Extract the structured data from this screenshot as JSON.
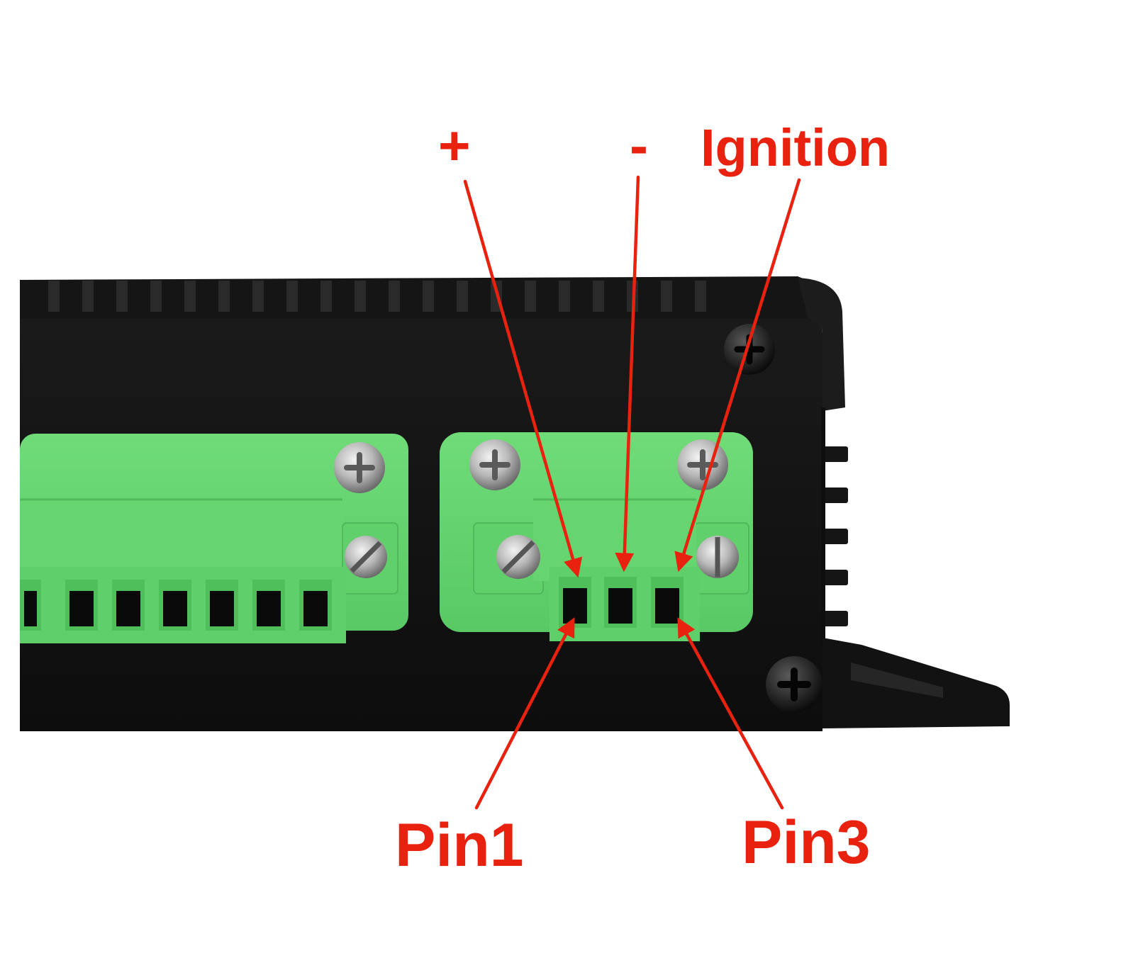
{
  "labels": {
    "plus": "+",
    "minus": "-",
    "ignition": "Ignition",
    "pin1": "Pin1",
    "pin3": "Pin3"
  },
  "colors": {
    "annotation": "#e8220f",
    "housing": "#111111",
    "connector": "#63d66f",
    "background": "#ffffff"
  },
  "icons": [
    "phillips-screw-icon",
    "slotted-screw-icon"
  ]
}
